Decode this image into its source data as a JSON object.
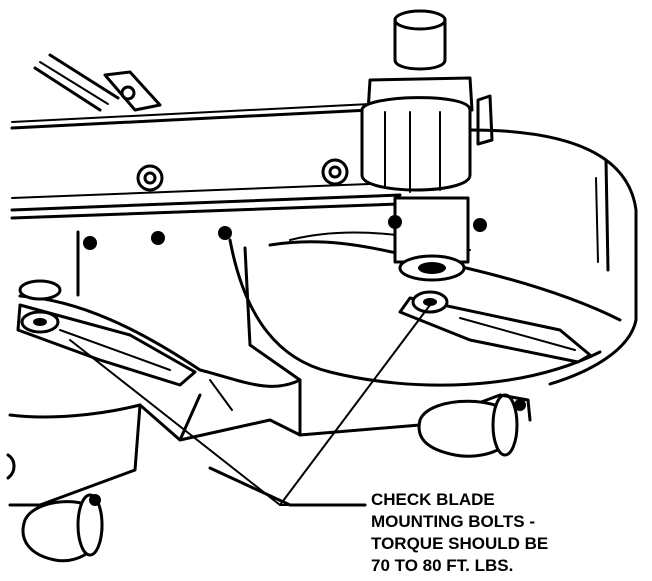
{
  "callout": {
    "lines": [
      "CHECK BLADE",
      "MOUNTING BOLTS -",
      "TORQUE SHOULD BE",
      "70 TO 80 FT. LBS."
    ]
  },
  "colors": {
    "ink": "#000000",
    "paper": "#ffffff"
  }
}
